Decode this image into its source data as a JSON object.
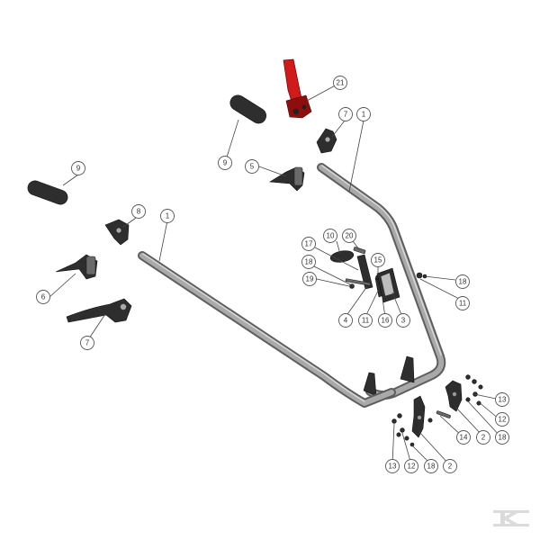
{
  "diagram": {
    "callouts": [
      "21",
      "9",
      "7",
      "1",
      "5",
      "9",
      "8",
      "1",
      "10",
      "20",
      "17",
      "18",
      "15",
      "19",
      "18",
      "11",
      "6",
      "4",
      "11",
      "16",
      "3",
      "7",
      "13",
      "12",
      "14",
      "2",
      "18",
      "13",
      "12",
      "18",
      "2"
    ],
    "logo_text": "K"
  },
  "colors": {
    "handle_highlight": "#d11a1a",
    "tube": "#8f8f8f",
    "parts": "#2e2e2e"
  }
}
